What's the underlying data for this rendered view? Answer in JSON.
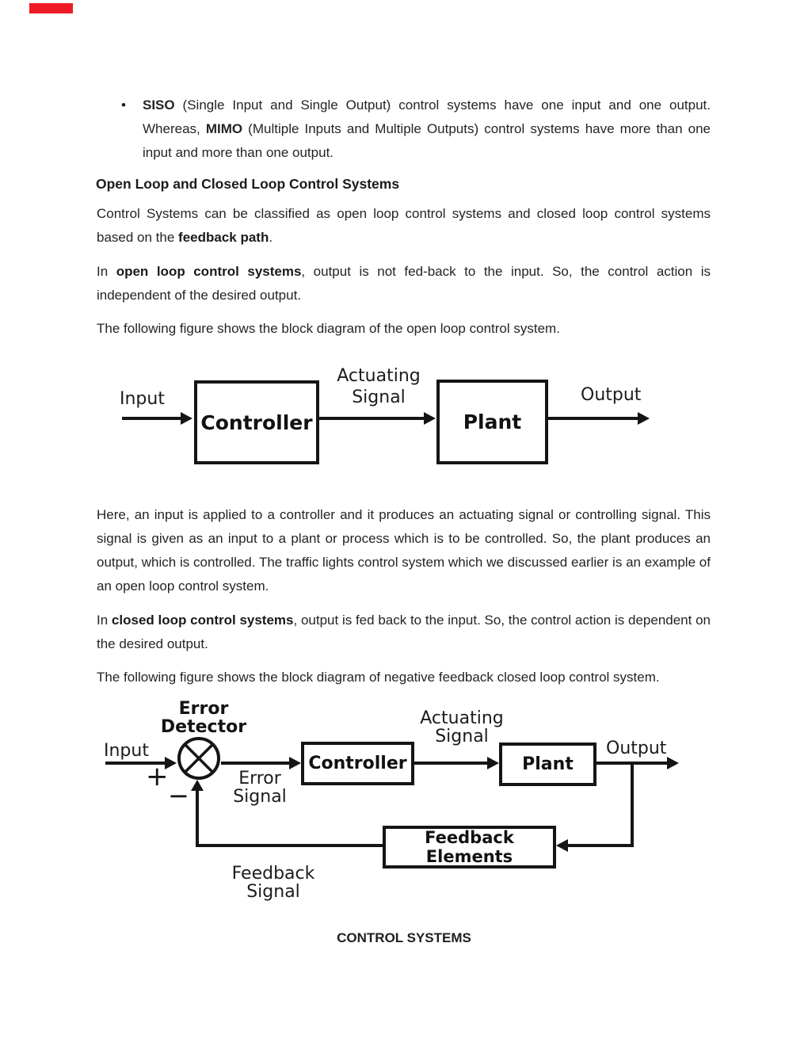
{
  "red_mark": {
    "color": "#ed1c24"
  },
  "content": {
    "bullet_marker": "•",
    "bullet": {
      "b1": "SISO",
      "t1": " (Single Input and Single Output) control systems have one input and one output. Whereas, ",
      "b2": "MIMO",
      "t2": " (Multiple Inputs and Multiple Outputs) control systems have more than one input and more than one output."
    },
    "heading": "Open Loop and Closed Loop Control Systems",
    "p1": {
      "t1": "Control Systems can be classified as open loop control systems and closed loop control systems based on the ",
      "b1": "feedback path",
      "t2": "."
    },
    "p2": {
      "t1": "In ",
      "b1": "open loop control systems",
      "t2": ", output is not fed-back to the input. So, the control action is independent of the desired output."
    },
    "p3": "The following figure shows the block diagram of the open loop control system.",
    "p4": "Here, an input is applied to a controller and it produces an actuating signal or controlling signal. This signal is given as an input to a plant or process which is to be controlled. So, the plant produces an output, which is controlled. The traffic lights control system which we discussed earlier is an example of an open loop control system.",
    "p5": {
      "t1": "In ",
      "b1": "closed loop control systems",
      "t2": ", output is fed back to the input. So, the control action is dependent on the desired output."
    },
    "p6": "The following figure shows the block diagram of negative feedback closed loop control system.",
    "footer": "CONTROL SYSTEMS"
  },
  "diagram_open_loop": {
    "input_label": "Input",
    "controller_label": "Controller",
    "actuating_line1": "Actuating",
    "actuating_line2": "Signal",
    "plant_label": "Plant",
    "output_label": "Output"
  },
  "diagram_closed_loop": {
    "error_detector_line1": "Error",
    "error_detector_line2": "Detector",
    "input_label": "Input",
    "plus_sign": "+",
    "minus_sign": "−",
    "error_signal_line1": "Error",
    "error_signal_line2": "Signal",
    "controller_label": "Controller",
    "actuating_line1": "Actuating",
    "actuating_line2": "Signal",
    "plant_label": "Plant",
    "output_label": "Output",
    "feedback_elements_line1": "Feedback",
    "feedback_elements_line2": "Elements",
    "feedback_signal_line1": "Feedback",
    "feedback_signal_line2": "Signal"
  }
}
